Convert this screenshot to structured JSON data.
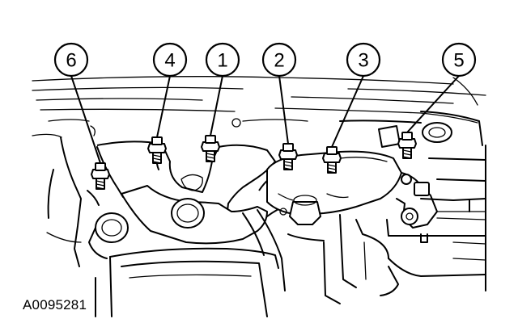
{
  "figure": {
    "reference_code": "A0095281",
    "callouts": [
      {
        "label": "6"
      },
      {
        "label": "4"
      },
      {
        "label": "1"
      },
      {
        "label": "2"
      },
      {
        "label": "3"
      },
      {
        "label": "5"
      }
    ]
  },
  "colors": {
    "line": "#000000",
    "background": "#ffffff"
  },
  "icons": {
    "bolt": "hex-flange-bolt-icon"
  }
}
